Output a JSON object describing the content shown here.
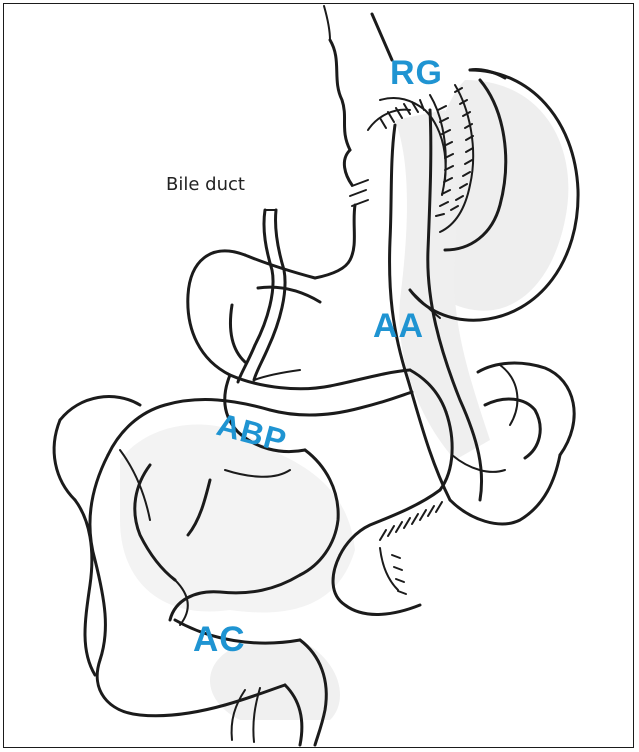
{
  "labels": {
    "rg": "RG",
    "aa": "AA",
    "abp": "ABP",
    "ac": "AC",
    "bile_duct": "Bile duct"
  },
  "colors": {
    "label_blue": "#1f94d2",
    "ink": "#1b1b1b",
    "shading": "#d9d9d9",
    "frame": "#1b1b1b"
  }
}
